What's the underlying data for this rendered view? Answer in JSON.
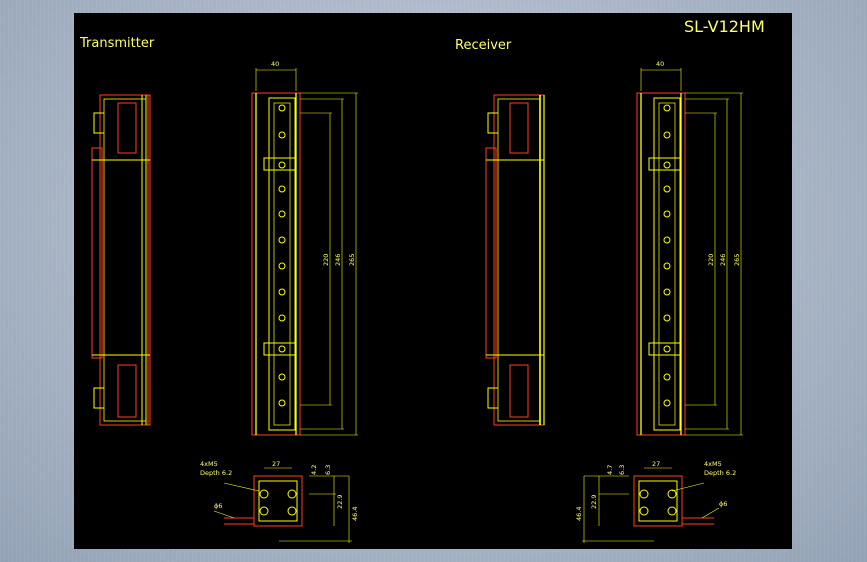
{
  "model": "SL-V12HM",
  "views": {
    "transmitter": {
      "label": "Transmitter",
      "width": "40",
      "height_a": "220",
      "height_b": "246",
      "height_c": "265",
      "mount_thread": "4xM5",
      "mount_depth": "Depth 6.2",
      "cable_dia": "ϕ6",
      "pitch": "27",
      "dim_42": "4.2",
      "dim_63": "6.3",
      "dim_229": "22.9",
      "dim_464": "46.4"
    },
    "receiver": {
      "label": "Receiver",
      "width": "40",
      "height_a": "220",
      "height_b": "246",
      "height_c": "265",
      "mount_thread": "4xM5",
      "mount_depth": "Depth 6.2",
      "cable_dia": "ϕ6",
      "pitch": "27",
      "dim_42": "4.7",
      "dim_63": "6.3",
      "dim_229": "22.9",
      "dim_464": "46.4"
    }
  },
  "colors": {
    "background": "#000000",
    "primary_line": "#ffff00",
    "outline_line": "#ff3b1f",
    "text": "#ffff66"
  }
}
